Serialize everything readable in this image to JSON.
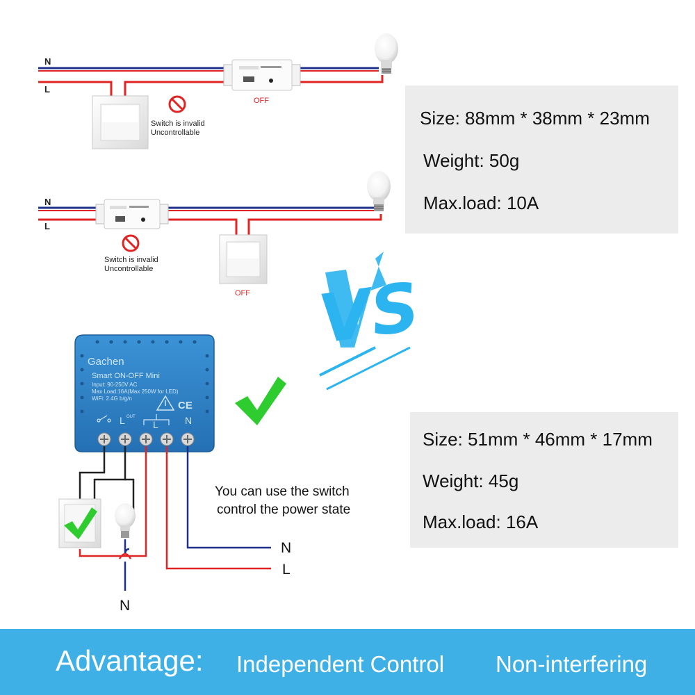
{
  "colors": {
    "neutral_wire": "#1f2f8a",
    "live_wire": "#e02424",
    "vs_blue": "#2bb4f0",
    "check_green": "#2ecc2e",
    "module_blue": "#2f84c8",
    "banner": "#3fb0e6"
  },
  "diagram1": {
    "n_label": "N",
    "l_label": "L",
    "relay_state": "OFF",
    "invalid_text": "Switch is invalid",
    "uncontrollable_text": "Uncontrollable"
  },
  "diagram2": {
    "n_label": "N",
    "l_label": "L",
    "switch_state": "OFF",
    "invalid_text": "Switch is invalid",
    "uncontrollable_text": "Uncontrollable"
  },
  "vs_text": "VS",
  "specs_old": {
    "size": "Size: 88mm * 38mm * 23mm",
    "weight": "Weight: 50g",
    "max_load": "Max.load: 10A"
  },
  "specs_new": {
    "size": "Size: 51mm * 46mm * 17mm",
    "weight": "Weight: 45g",
    "max_load": "Max.load: 16A"
  },
  "module": {
    "brand": "Gachen",
    "model": "Smart ON-OFF Mini",
    "input": "Input: 90-250V AC",
    "max_load": "Max Load:16A(Max 250W for LED)",
    "wifi": "WiFi: 2.4G b/g/n",
    "terminal_l_out": "L",
    "terminal_out_sub": "OUT",
    "terminal_l": "L",
    "terminal_n": "N",
    "ce_mark": "CE"
  },
  "diagram3": {
    "caption_line1": "You can use the switch",
    "caption_line2": "control the power state",
    "n_label": "N",
    "l_label": "L",
    "n_bottom_label": "N"
  },
  "banner": {
    "heading": "Advantage:",
    "item1": "Independent Control",
    "item2": "Non-interfering"
  }
}
